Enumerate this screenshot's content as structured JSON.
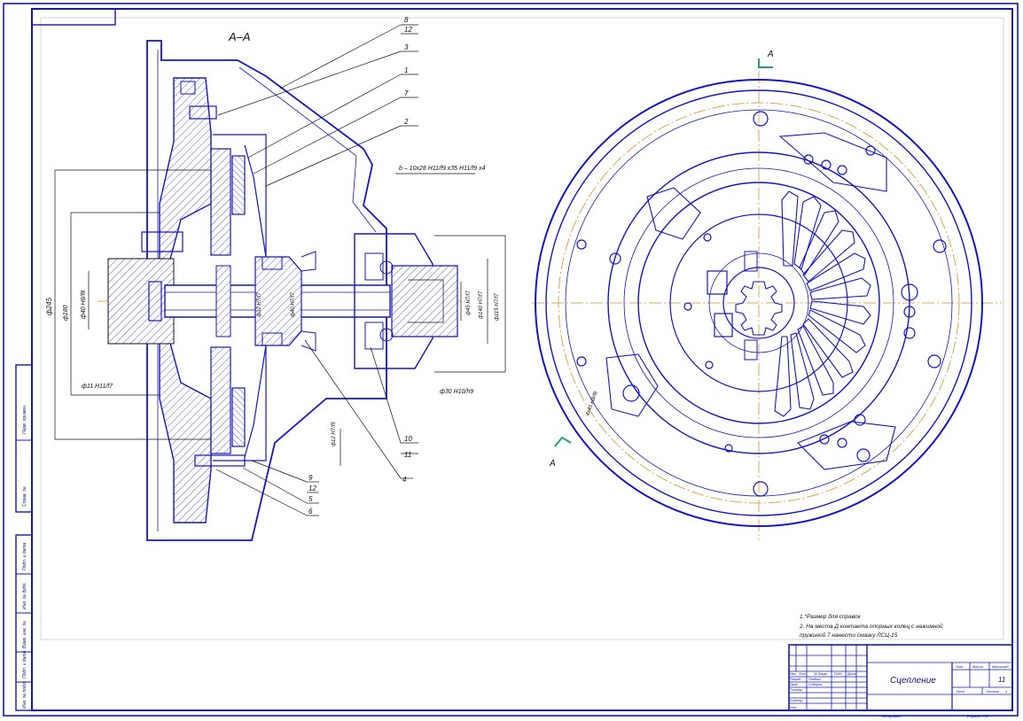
{
  "drawing": {
    "section_label": "А–А",
    "cut_mark": "А",
    "leaders": [
      "8",
      "12",
      "3",
      "1",
      "7",
      "2",
      "10",
      "11",
      "4",
      "9",
      "12",
      "5",
      "6"
    ],
    "dimensions": {
      "spline": "b – 10х28 Н11/f9 х35 Н11/f9 х4",
      "d1": "ф245",
      "d2": "ф40 Н8/f8",
      "d3": "ф11 Н11/f7",
      "d4": "ф180",
      "d5": "ф32 Н7/f7",
      "d6": "ф40 Н7/f7",
      "d7": "ф45 Н7/f7",
      "d8": "ф115 Н7/f7",
      "d9": "ф140 Н7/f7",
      "d10": "ф30 Н10/h9",
      "d11": "ф12 Н7/f5",
      "d12": "4х45 Н8/f8"
    },
    "notes": [
      "1.*Размер для справок",
      "2. На места Д контакта опорных колец с нажимной",
      "пружиной 7 нанести смазку ЛСЦ-15"
    ]
  },
  "title_block": {
    "name": "Сцепление",
    "sheet_num": "11",
    "headers": [
      "Лит",
      "Масса",
      "Масштаб"
    ],
    "sheet_label": "Лист",
    "sheets_label": "Листов",
    "sheets_count": "1",
    "roles": [
      "Разраб.",
      "Пров.",
      "Т.контр.",
      "Н.контр.",
      "Утв."
    ],
    "names": [
      "Гладких",
      "Сидоров"
    ],
    "cols": [
      "Изм",
      "Лист",
      "№ докум.",
      "Подп.",
      "Дата"
    ],
    "copied": "Копировал",
    "format": "Формат А1"
  },
  "side_strip": [
    "Перв. примен.",
    "Справ. №",
    "Подп. и дата",
    "Инв. № дубл.",
    "Взам. инв. №",
    "Подп. и дата",
    "Инв. № подл."
  ],
  "colors": {
    "line": "#1414c8",
    "axis": "#d89020",
    "text": "#101010"
  }
}
